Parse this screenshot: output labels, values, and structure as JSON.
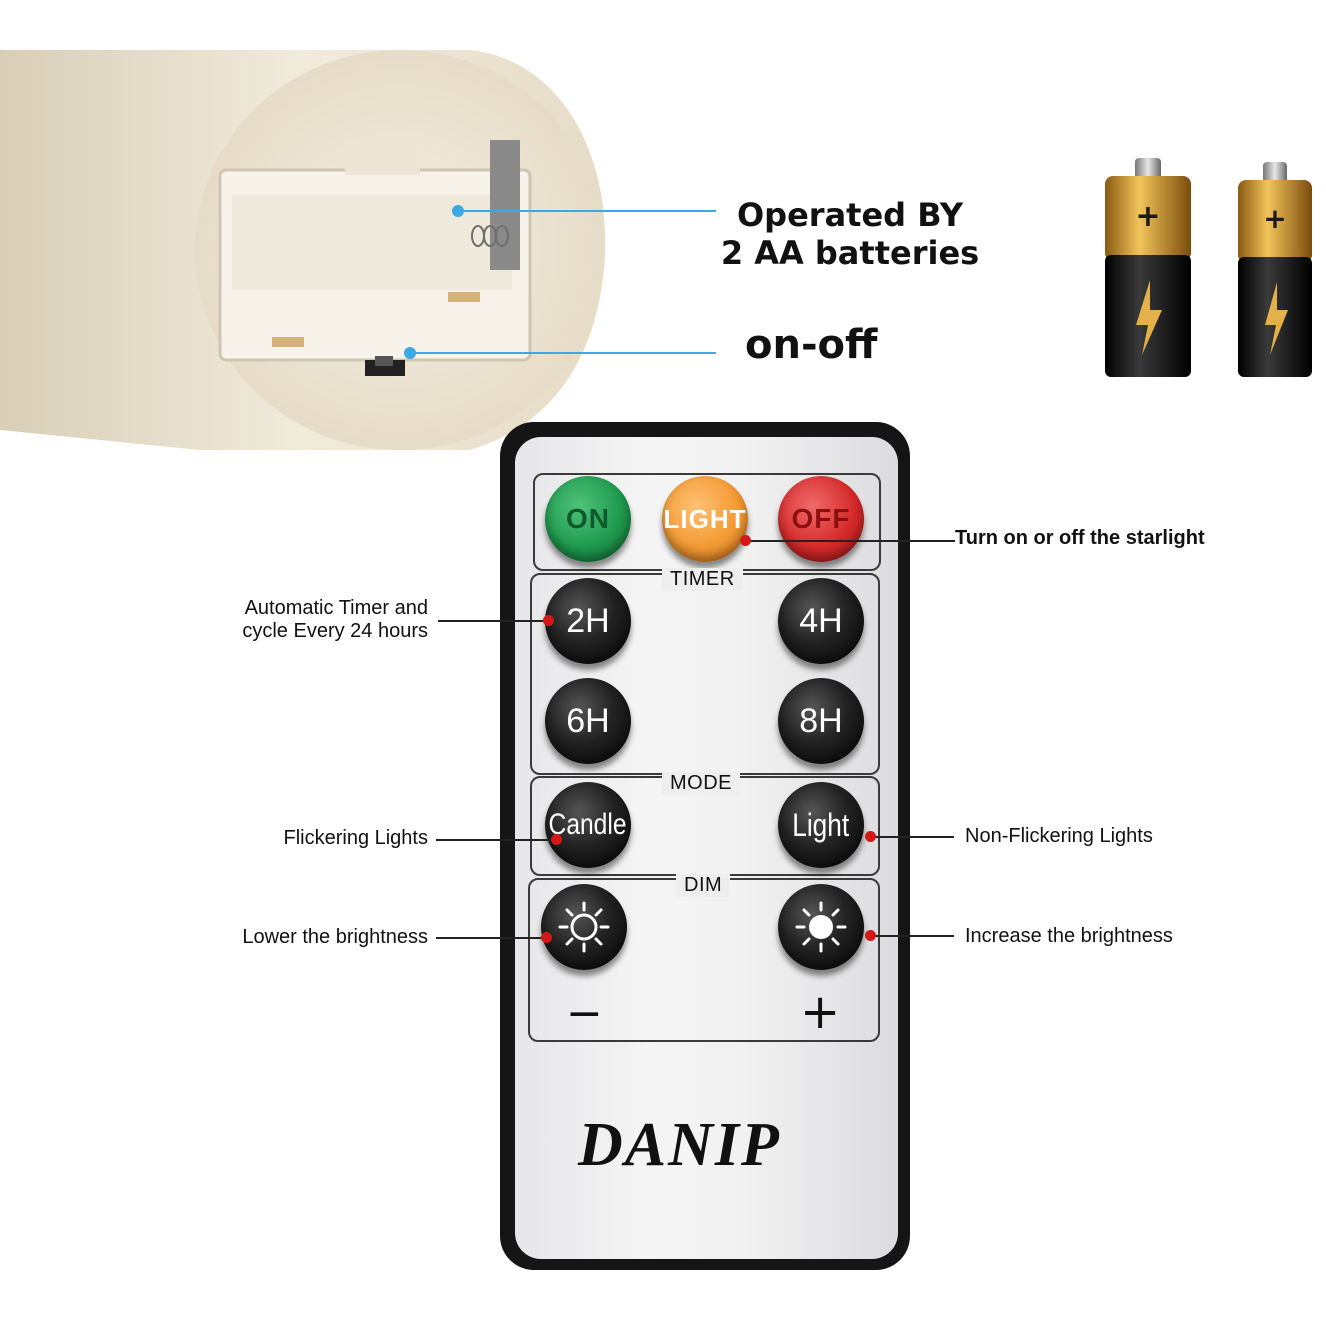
{
  "callouts": {
    "batteries_line1": "Operated BY",
    "batteries_line2": "2 AA batteries",
    "on_off": "on-off"
  },
  "remote": {
    "buttons": {
      "on": "ON",
      "light_top": "LIGHT",
      "off": "OFF",
      "h2": "2H",
      "h4": "4H",
      "h6": "6H",
      "h8": "8H",
      "candle": "Candle",
      "light_mode": "Light",
      "minus": "−",
      "plus": "+"
    },
    "sections": {
      "timer": "TIMER",
      "mode": "MODE",
      "dim": "DIM"
    },
    "brand": "DANIP"
  },
  "annotations": {
    "starlight": "Turn on or off the starlight",
    "timer_line1": "Automatic Timer and",
    "timer_line2": "cycle Every 24 hours",
    "flickering": "Flickering Lights",
    "non_flickering": "Non-Flickering Lights",
    "lower": "Lower the brightness",
    "increase": "Increase the brightness"
  },
  "colors": {
    "accent_blue": "#3ba9e6",
    "annotation_red": "#d31818",
    "on_green": "#1f9a4d",
    "light_orange": "#f39a34",
    "off_red": "#d62a2a"
  }
}
